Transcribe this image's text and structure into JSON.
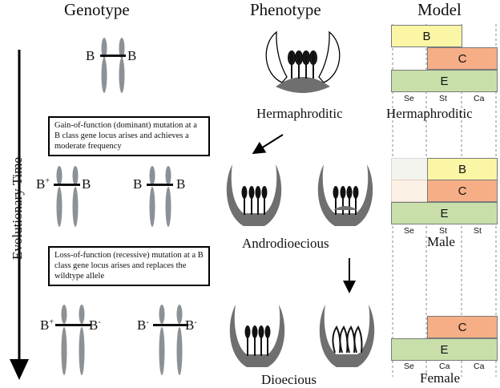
{
  "headers": {
    "genotype": "Genotype",
    "phenotype": "Phenotype",
    "model": "Model"
  },
  "axis_label": "Evolutionary Time",
  "genotypes": {
    "top": {
      "left": "B",
      "right": "B"
    },
    "mid_left": {
      "left": "B",
      "left_sup": "+",
      "right": "B"
    },
    "mid_right": {
      "left": "B",
      "right": "B"
    },
    "bottom_left": {
      "left": "B",
      "left_sup": "+",
      "right": "B",
      "right_sup": "-"
    },
    "bottom_right": {
      "left": "B",
      "left_sup": "-",
      "right": "B",
      "right_sup": "-"
    }
  },
  "mutation_boxes": {
    "gain": "Gain-of-function (dominant) mutation at a B class gene locus arises and achieves a moderate frequency",
    "loss": "Loss-of-function (recessive) mutation at a B class gene locus arises and replaces the wildtype allele"
  },
  "phenotypes": {
    "hermaphroditic": "Hermaphroditic",
    "androdioecious": "Androdioecious",
    "dioecious": "Dioecious"
  },
  "model": {
    "hermaphroditic": {
      "title": "Hermaphroditic",
      "bars": {
        "B": "B",
        "C": "C",
        "E": "E"
      },
      "whorls": [
        "Se",
        "St",
        "Ca"
      ]
    },
    "male": {
      "title": "Male",
      "bars": {
        "B": "B",
        "C": "C",
        "E": "E"
      },
      "whorls": [
        "Se",
        "St",
        "St"
      ]
    },
    "female": {
      "title": "Female",
      "bars": {
        "C": "C",
        "E": "E"
      },
      "whorls": [
        "Se",
        "Ca",
        "Ca"
      ]
    }
  },
  "colors": {
    "B": "#fbf5a6",
    "C": "#f6ae87",
    "E": "#c8dfaa",
    "chromosome": "#8c9196",
    "flower": "#6f6f6f"
  }
}
